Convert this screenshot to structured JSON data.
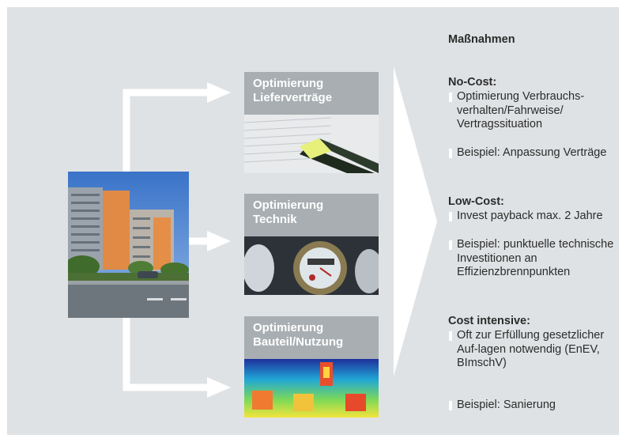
{
  "diagram": {
    "cards": [
      {
        "title_line1": "Optimierung",
        "title_line2": "Lieferverträge",
        "image": "document-and-highlighter-photo"
      },
      {
        "title_line1": "Optimierung",
        "title_line2": "Technik",
        "image": "water-meter-photo"
      },
      {
        "title_line1": "Optimierung",
        "title_line2": "Bauteil/Nutzung",
        "image": "thermal-image-photo"
      }
    ],
    "building_image": "office-building-photo",
    "measures": {
      "heading": "Maßnahmen",
      "no_cost": {
        "title": "No-Cost:",
        "bullets": [
          "Optimierung Verbrauchs-verhalten/Fahrweise/ Vertragssituation",
          "Beispiel: Anpassung Verträge"
        ]
      },
      "low_cost": {
        "title": "Low-Cost:",
        "bullets": [
          "Invest payback max. 2 Jahre",
          "Beispiel: punktuelle technische Investitionen an Effizienzbrennpunkten"
        ]
      },
      "cost_intensive": {
        "title": "Cost intensive:",
        "bullets": [
          "Oft zur Erfüllung gesetzlicher Auf-lagen notwendig (EnEV, BImschV)",
          "Beispiel: Sanierung"
        ]
      }
    }
  },
  "colors": {
    "panel": "#dfe2e4",
    "card_header": "#a8aeb2",
    "arrow": "#ffffff",
    "text": "#2b2b2b"
  }
}
